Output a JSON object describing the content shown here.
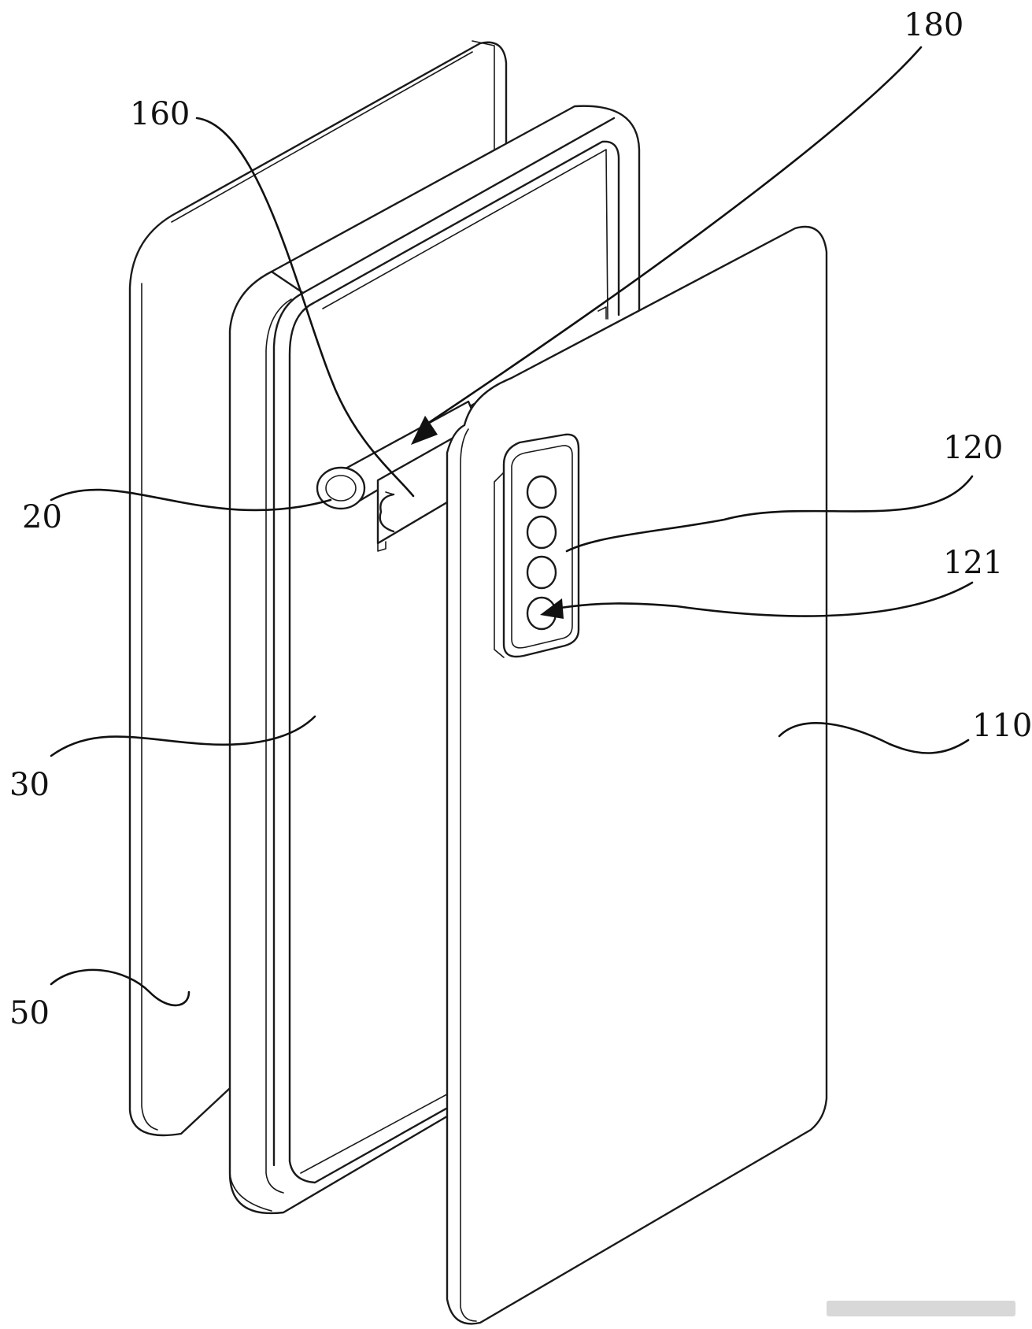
{
  "labels": {
    "l180": "180",
    "l160": "160",
    "l120": "120",
    "l121": "121",
    "l20": "20",
    "l30": "30",
    "l110": "110",
    "l50": "50"
  },
  "colors": {
    "line": "#1a1a1a",
    "background": "#ffffff"
  }
}
